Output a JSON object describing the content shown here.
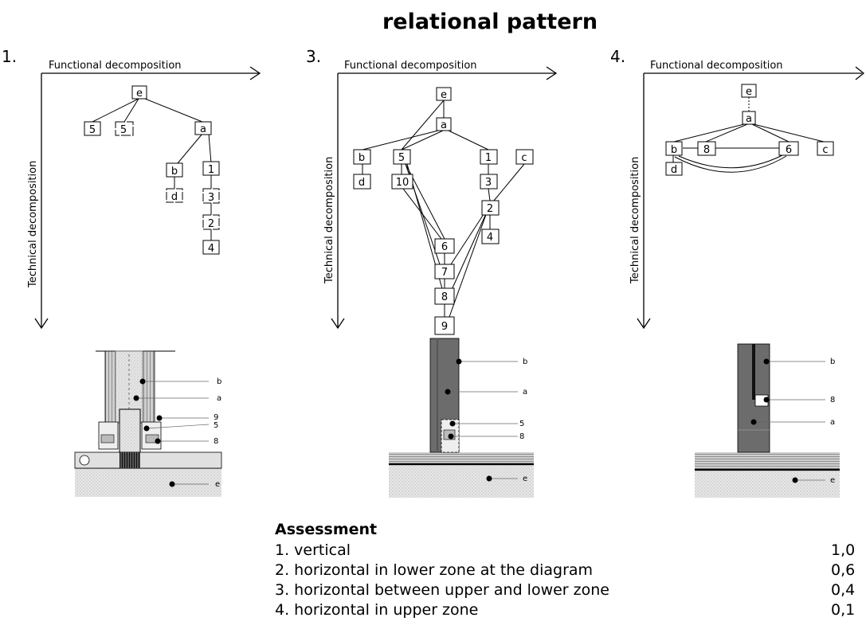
{
  "title": "relational pattern",
  "axis": {
    "functional": "Functional decomposition",
    "technical": "Technical decomposition"
  },
  "panels": [
    {
      "id": "1",
      "number": "1.",
      "nodes": {
        "e": "e",
        "s1": "5",
        "s2": "5",
        "a": "a",
        "b": "b",
        "d": "d",
        "n1": "1",
        "n3": "3",
        "n2": "2",
        "n4": "4"
      },
      "callouts": {
        "b": "b",
        "a": "a",
        "n9": "9",
        "n5": "5",
        "n8": "8",
        "e": "e"
      }
    },
    {
      "id": "3",
      "number": "3.",
      "nodes": {
        "e": "e",
        "a": "a",
        "b": "b",
        "d": "d",
        "n5": "5",
        "n10": "10",
        "n1": "1",
        "c": "c",
        "n3": "3",
        "n2": "2",
        "n4": "4",
        "n6": "6",
        "n7": "7",
        "n8": "8",
        "n9": "9"
      },
      "callouts": {
        "b": "b",
        "a": "a",
        "n5": "5",
        "n8": "8",
        "e": "e"
      }
    },
    {
      "id": "4",
      "number": "4.",
      "nodes": {
        "e": "e",
        "a": "a",
        "b": "b",
        "n8": "8",
        "n6": "6",
        "c": "c",
        "d": "d"
      },
      "callouts": {
        "b": "b",
        "n8": "8",
        "a": "a",
        "e": "e"
      }
    }
  ],
  "assessment": {
    "heading": "Assessment",
    "items": [
      {
        "label": "1. vertical",
        "value": "1,0"
      },
      {
        "label": "2. horizontal in lower zone at the diagram",
        "value": "0,6"
      },
      {
        "label": "3. horizontal between upper and lower zone",
        "value": "0,4"
      },
      {
        "label": "4. horizontal in upper zone",
        "value": "0,1"
      }
    ]
  }
}
